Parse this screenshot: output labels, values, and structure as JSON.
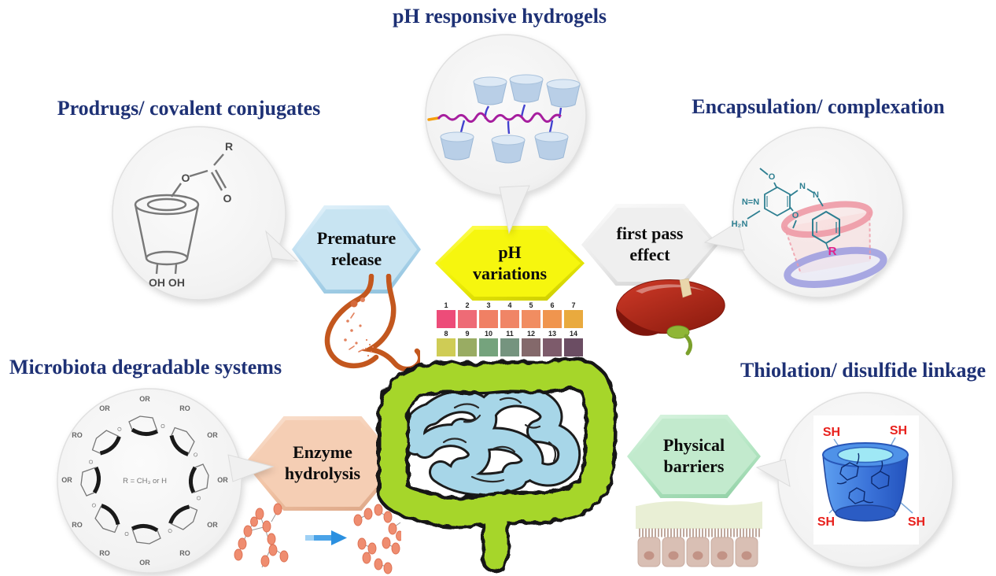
{
  "diagram": {
    "labels": {
      "top": "pH responsive hydrogels",
      "top_left": "Prodrugs/ covalent conjugates",
      "top_right": "Encapsulation/ complexation",
      "bottom_left": "Microbiota degradable systems",
      "bottom_right": "Thiolation/ disulfide linkage"
    },
    "hexagons": {
      "premature": {
        "lines": [
          "Premature",
          "release"
        ],
        "fill": "#c4e1f0"
      },
      "ph": {
        "lines": [
          "pH",
          "variations"
        ],
        "fill": "#f5f50a"
      },
      "first_pass": {
        "lines": [
          "first pass",
          "effect"
        ],
        "fill": "#ededed"
      },
      "enzyme": {
        "lines": [
          "Enzyme",
          "hydrolysis"
        ],
        "fill": "#f5ccb1"
      },
      "physical": {
        "lines": [
          "Physical",
          "barriers"
        ],
        "fill": "#c0e9cb"
      }
    },
    "ph_scale": {
      "numbers": [
        "1",
        "2",
        "3",
        "4",
        "5",
        "6",
        "7",
        "8",
        "9",
        "10",
        "11",
        "12",
        "13",
        "14"
      ],
      "colors": [
        "#ed4c79",
        "#ee6b76",
        "#f08064",
        "#f08566",
        "#f18d61",
        "#f0954e",
        "#e9aa3e",
        "#cfcc55",
        "#99ac63",
        "#75a37d",
        "#75947f",
        "#84696b",
        "#7d5b6b",
        "#6b4d63"
      ]
    },
    "chemistry": {
      "prodrug": {
        "r": "R",
        "ester_o": "O",
        "carbonyl_o": "O",
        "hydroxyls": "OH OH"
      },
      "encapsulation": {
        "methoxy_o": "O",
        "ring_azo": "N=N",
        "amine": "H₂N",
        "azo_n1": "N",
        "azo_n2": "N",
        "ether_o": "O",
        "guest": "R"
      },
      "microbiota": {
        "center_note": "R = CH₃ or H",
        "ring_labels": [
          "OR",
          "RO",
          "OR",
          "OR",
          "OR",
          "RO",
          "OR",
          "RO",
          "RO",
          "OR",
          "RO",
          "OR"
        ]
      },
      "thiolation": {
        "sh_labels": [
          "SH",
          "SH",
          "SH",
          "SH"
        ]
      }
    },
    "palette": {
      "colon_green": "#a6d62c",
      "intestine_blue": "#a7d6e8",
      "stomach_orange": "#c3571e",
      "liver_red": "#b02517",
      "bead_salmon": "#ef8d70",
      "cyclodextrin_blue": "#3a79d8",
      "label_navy": "#1e3175"
    }
  }
}
